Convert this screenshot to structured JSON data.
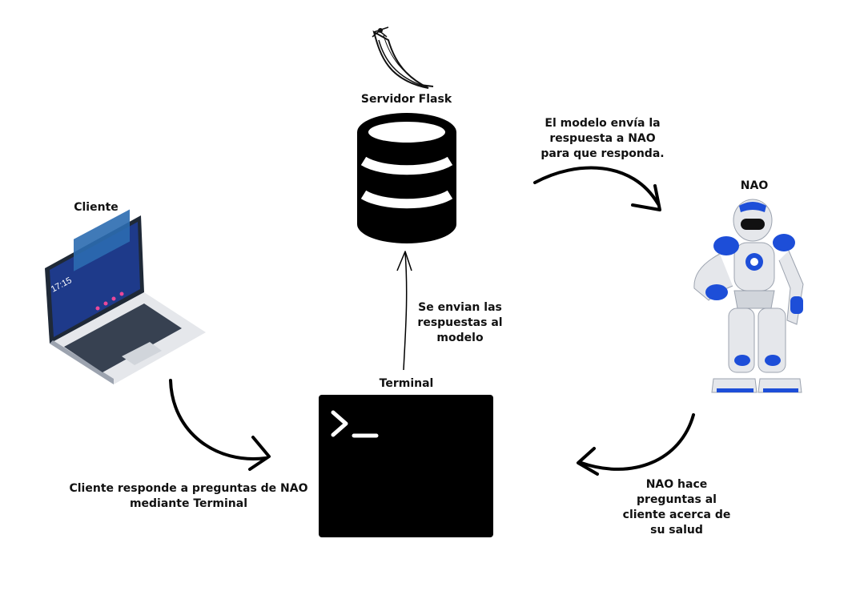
{
  "nodes": {
    "server": {
      "label": "Servidor Flask",
      "icon": "flask-logo-icon"
    },
    "client": {
      "label": "Cliente",
      "icon": "laptop-icon",
      "screen_time": "17:15"
    },
    "nao": {
      "label": "NAO",
      "icon": "nao-robot-icon"
    },
    "terminal": {
      "label": "Terminal",
      "icon": "terminal-prompt-icon"
    }
  },
  "edges": {
    "server_to_nao": "El modelo envía la\nrespuesta a NAO\npara que responda.",
    "terminal_to_server": "Se envian las\nrespuestas al\nmodelo",
    "nao_to_terminal": "NAO hace\npreguntas al\ncliente acerca de\nsu salud",
    "client_to_terminal": "Cliente responde a preguntas de NAO\nmediante Terminal"
  },
  "colors": {
    "nao_blue": "#1d4ed8",
    "laptop_screen": "#1e3a8a",
    "terminal_bg": "#000000"
  }
}
